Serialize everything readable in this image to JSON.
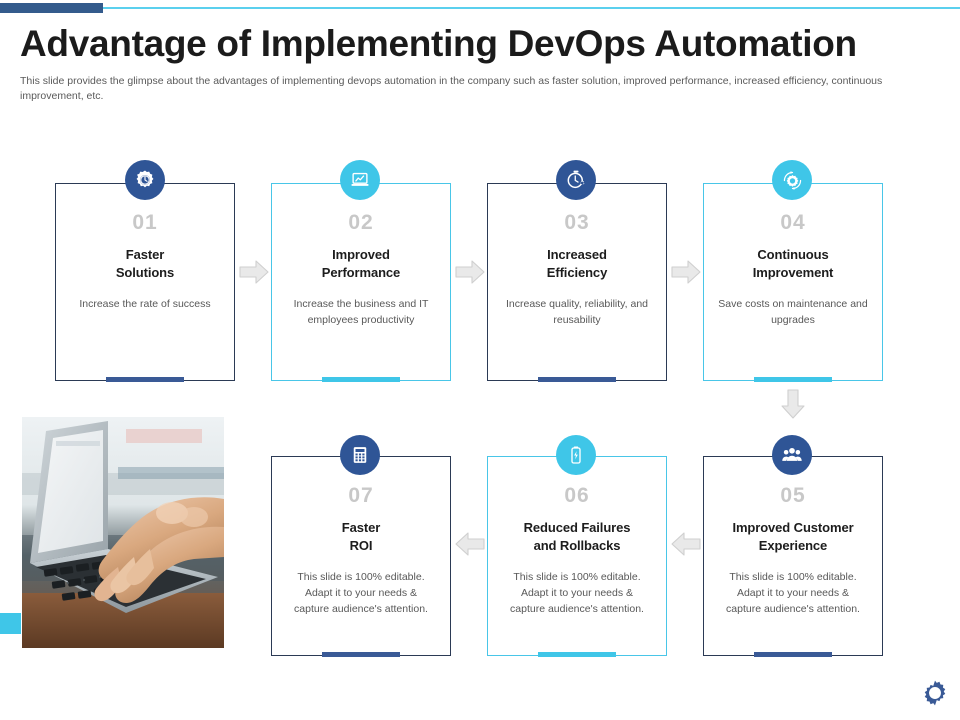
{
  "header": {
    "title": "Advantage of Implementing DevOps Automation",
    "subtitle": "This slide provides the glimpse about the advantages of implementing devops automation in the company such as faster solution, improved performance, increased efficiency, continuous improvement, etc."
  },
  "theme": {
    "navy": "#345b8c",
    "navy_dark": "#2f5596",
    "cyan": "#3fc6e8",
    "cyan_light": "#5bd0ee",
    "number_grey": "#c8c8c8",
    "body_grey": "#585858",
    "arrow_grey": "#d9d9d9"
  },
  "cards": [
    {
      "number": "01",
      "title": "Faster\nSolutions",
      "title_lines": [
        "Faster",
        "Solutions"
      ],
      "body": "Increase the rate of success",
      "color": "navy",
      "icon": "gear-clock-icon"
    },
    {
      "number": "02",
      "title": "Improved\nPerformance",
      "title_lines": [
        "Improved",
        "Performance"
      ],
      "body": "Increase the business and IT employees productivity",
      "color": "cyan",
      "icon": "laptop-chart-icon"
    },
    {
      "number": "03",
      "title": "Increased\nEfficiency",
      "title_lines": [
        "Increased",
        "Efficiency"
      ],
      "body": "Increase quality, reliability, and reusability",
      "color": "navy",
      "icon": "stopwatch-gear-icon"
    },
    {
      "number": "04",
      "title": "Continuous\nImprovement",
      "title_lines": [
        "Continuous",
        "Improvement"
      ],
      "body": "Save costs on maintenance and upgrades",
      "color": "cyan",
      "icon": "gear-cycle-icon"
    },
    {
      "number": "05",
      "title": "Improved Customer\nExperience",
      "title_lines": [
        "Improved Customer",
        "Experience"
      ],
      "body": "This slide is 100% editable. Adapt it to your needs & capture audience's attention.",
      "color": "navy",
      "icon": "people-group-icon"
    },
    {
      "number": "06",
      "title": "Reduced Failures\nand Rollbacks",
      "title_lines": [
        "Reduced Failures",
        "and Rollbacks"
      ],
      "body": "This slide is 100% editable. Adapt it to your needs & capture audience's attention.",
      "color": "cyan",
      "icon": "battery-charge-icon"
    },
    {
      "number": "07",
      "title": "Faster\nROI",
      "title_lines": [
        "Faster",
        "ROI"
      ],
      "body": "This slide is 100% editable. Adapt it to your needs & capture audience's attention.",
      "color": "navy",
      "icon": "calculator-icon"
    }
  ],
  "connectors": [
    {
      "name": "arrow-01-to-02",
      "direction": "right"
    },
    {
      "name": "arrow-02-to-03",
      "direction": "right"
    },
    {
      "name": "arrow-03-to-04",
      "direction": "right"
    },
    {
      "name": "arrow-04-to-05",
      "direction": "down"
    },
    {
      "name": "arrow-05-to-06",
      "direction": "left"
    },
    {
      "name": "arrow-06-to-07",
      "direction": "left"
    }
  ],
  "media": {
    "photo_alt": "hands typing on laptop keyboard"
  },
  "footer": {
    "gear_icon": "gear-icon"
  }
}
